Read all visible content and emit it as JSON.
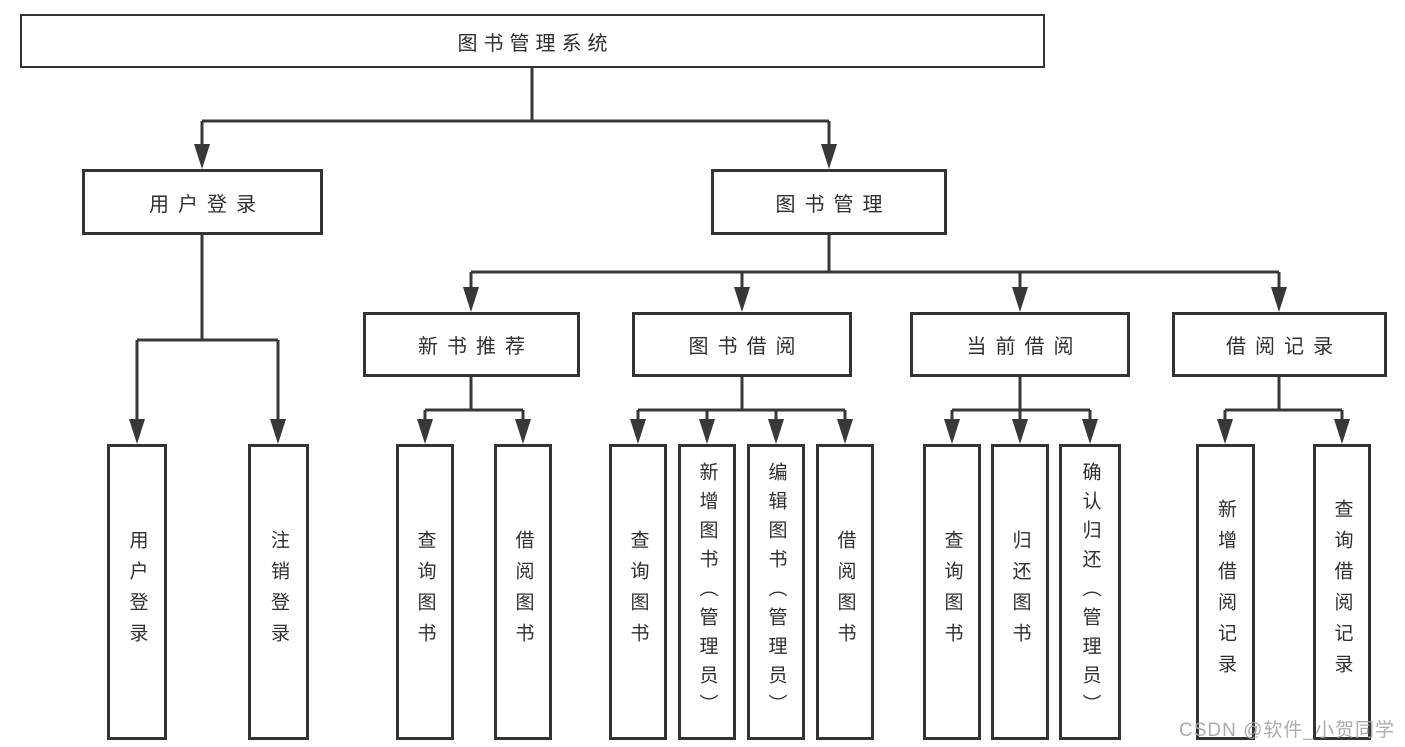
{
  "diagram_title": "图书管理系统",
  "tree": {
    "label": "图书管理系统",
    "children": [
      {
        "label": "用户登录",
        "children": [
          {
            "label": "用户登录"
          },
          {
            "label": "注销登录"
          }
        ]
      },
      {
        "label": "图书管理",
        "children": [
          {
            "label": "新书推荐",
            "children": [
              {
                "label": "查询图书"
              },
              {
                "label": "借阅图书"
              }
            ]
          },
          {
            "label": "图书借阅",
            "children": [
              {
                "label": "查询图书"
              },
              {
                "label": "新增图书（管理员）"
              },
              {
                "label": "编辑图书（管理员）"
              },
              {
                "label": "借阅图书"
              }
            ]
          },
          {
            "label": "当前借阅",
            "children": [
              {
                "label": "查询图书"
              },
              {
                "label": "归还图书"
              },
              {
                "label": "确认归还（管理员）"
              }
            ]
          },
          {
            "label": "借阅记录",
            "children": [
              {
                "label": "新增借阅记录"
              },
              {
                "label": "查询借阅记录"
              }
            ]
          }
        ]
      }
    ]
  },
  "watermark": "CSDN @软件_小贺同学",
  "colors": {
    "line": "#383838",
    "box_border": "#333333",
    "text": "#2f2f2f",
    "watermark": "#a8a8a8",
    "background": "#ffffff"
  }
}
